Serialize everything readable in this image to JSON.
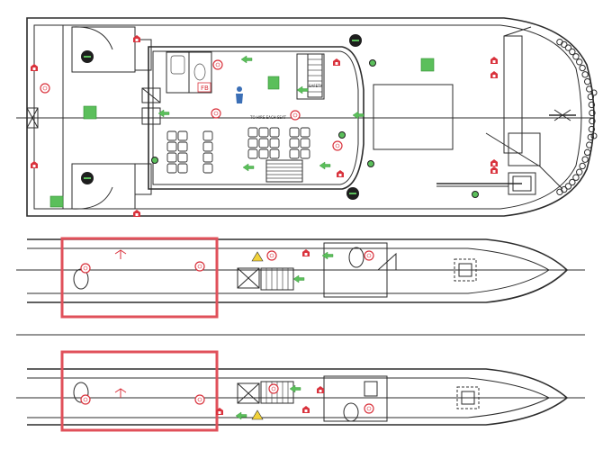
{
  "colors": {
    "line": "#2b2b2b",
    "safety_green": "#5bbf5b",
    "fire_red": "#d9323c",
    "zone_red": "#e0505a",
    "seat_fill": "#ffffff",
    "warning_yellow": "#f2d23a",
    "person_blue": "#3b6fb6"
  },
  "labels": {
    "deck_notice": "TO HIRE EACH SEAT",
    "fb_tag": "FB",
    "safety_tag": "SAFETY"
  },
  "icons": [
    "lifebuoy-icon",
    "fire-extinguisher-icon",
    "emergency-exit-arrow-icon",
    "first-aid-icon",
    "assembly-point-icon",
    "warning-triangle-icon",
    "life-raft-icon",
    "fire-hose-icon",
    "toilet-icon",
    "anchor-icon",
    "person-icon",
    "antenna-icon",
    "life-jacket-icon"
  ]
}
